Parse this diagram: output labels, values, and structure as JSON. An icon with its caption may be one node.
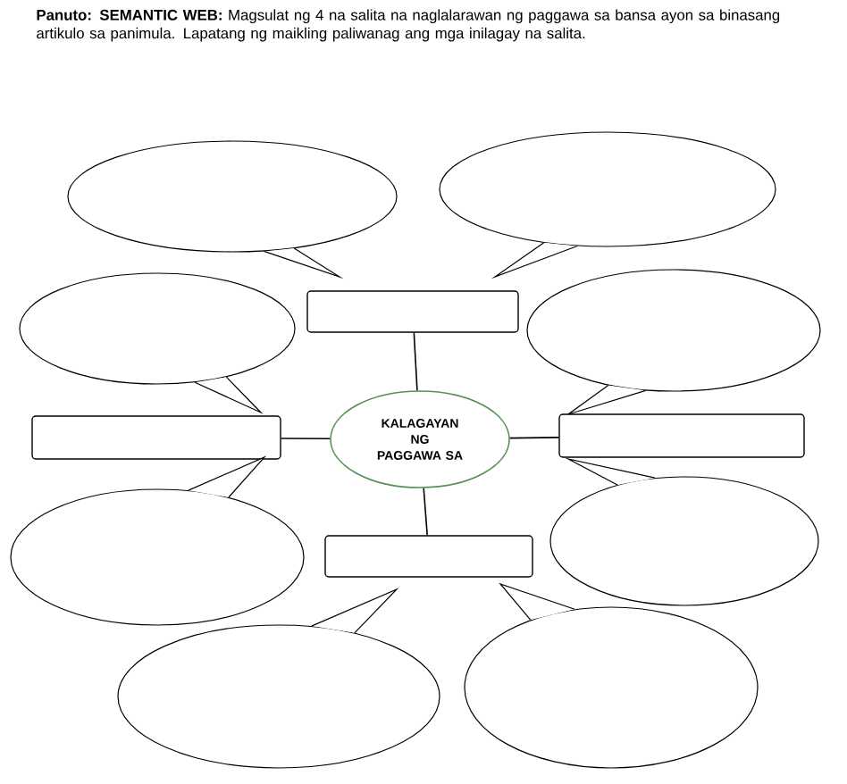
{
  "diagram": {
    "title": "**Panuto: SEMANTIC WEB:** Magsulat ng 4 na salita na naglalarawan ng paggawa sa bansa ayon sa binasang artikulo sa panimula. Lapatang ng maikling paliwanag ang mga inilagay na salita.",
    "nodes": [
      {
        "text": [],
        "shape": "bubble"
      },
      {
        "text": [],
        "shape": "bubble"
      },
      {
        "text": [],
        "shape": "box"
      },
      {
        "text": [],
        "shape": "bubble"
      },
      {
        "text": [],
        "shape": "bubble"
      },
      {
        "text": [
          "KALAGAYAN NG PAGGAWA SA"
        ]
      },
      {
        "text": [],
        "shape": "box"
      },
      {
        "text": [],
        "shape": "box"
      },
      {
        "text": [],
        "shape": "bubble"
      },
      {
        "text": [],
        "shape": "bubble"
      },
      {
        "text": [],
        "shape": "box"
      },
      {
        "text": [],
        "shape": "bubble"
      },
      {
        "text": [],
        "shape": "bubble"
      }
    ],
    "edges": [
      {
        "from": 5,
        "to": 2,
        "arrow": "none"
      },
      {
        "from": 5,
        "to": 6,
        "arrow": "none"
      },
      {
        "from": 5,
        "to": 7,
        "arrow": "none"
      },
      {
        "from": 5,
        "to": 10,
        "arrow": "none"
      }
    ]
  }
}
